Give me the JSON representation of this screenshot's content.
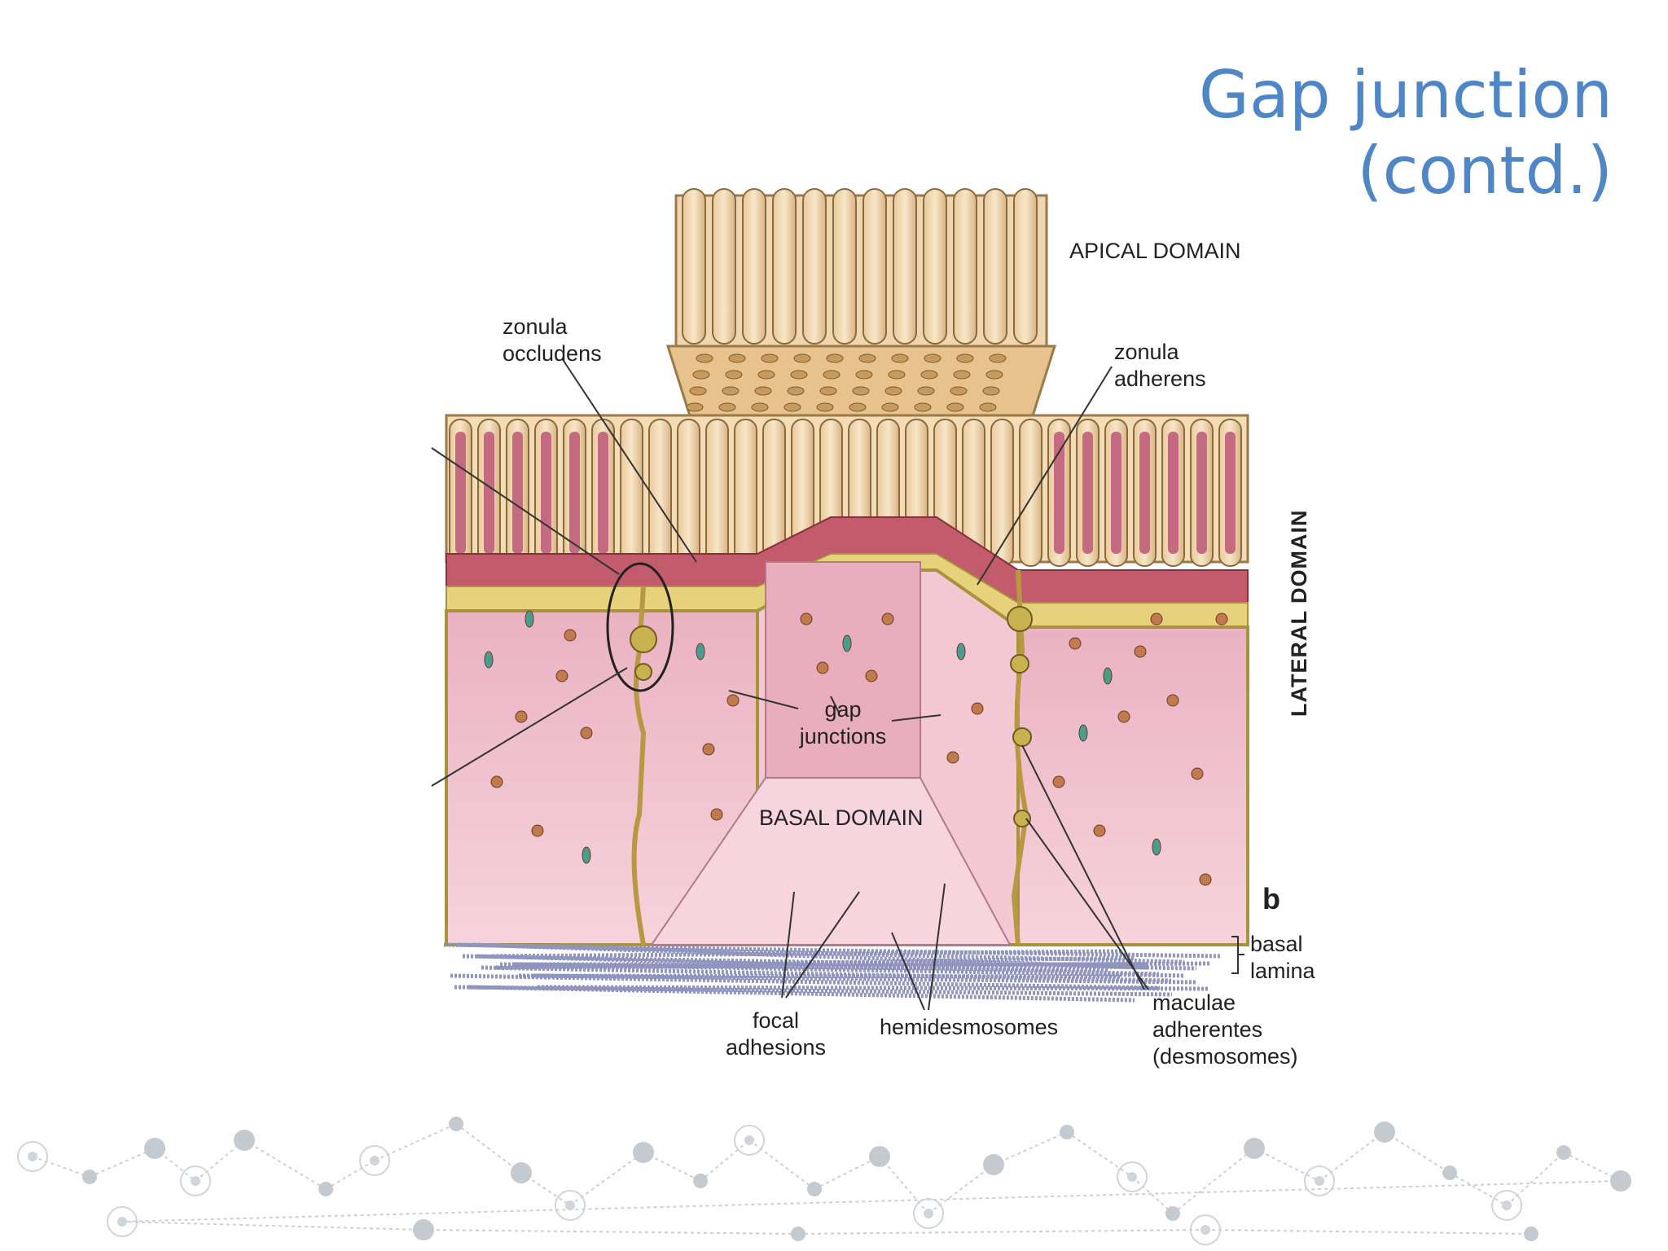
{
  "slide": {
    "title": "Gap junction (contd.)"
  },
  "diagram": {
    "panel_letter": "b",
    "labels": {
      "apical_domain": "APICAL DOMAIN",
      "lateral_domain": "LATERAL DOMAIN",
      "basal_domain": "BASAL DOMAIN",
      "zonula_occludens": [
        "zonula",
        "occludens"
      ],
      "zonula_adherens": [
        "zonula",
        "adherens"
      ],
      "gap_junctions": [
        "gap",
        "junctions"
      ],
      "basal_lamina": [
        "basal",
        "lamina"
      ],
      "focal_adhesions": [
        "focal",
        "adhesions"
      ],
      "hemidesmosomes": "hemidesmosomes",
      "maculae_adherentes": [
        "maculae",
        "adherentes",
        "(desmosomes)"
      ]
    },
    "colors": {
      "microvilli": "#f3dcb6",
      "cell_pink": "#f2c6d2",
      "cell_pink_dark": "#e3a8b8",
      "junction_red": "#b84a5a",
      "junction_yellow": "#e6d27a",
      "lamina_blue": "#9aa0c4",
      "title_blue": "#4f86c6"
    }
  }
}
